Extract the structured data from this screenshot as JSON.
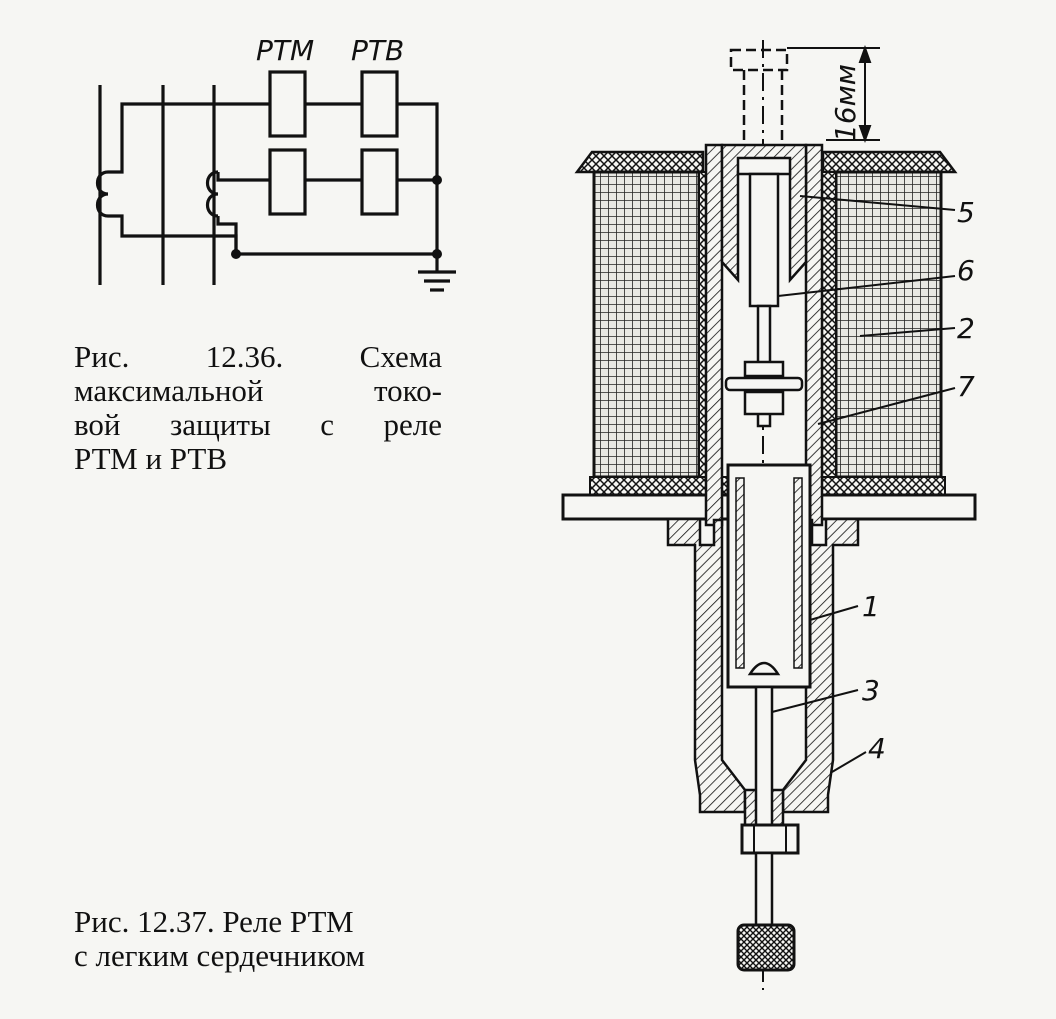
{
  "schematic": {
    "relay_labels": [
      "РТМ",
      "РТВ"
    ]
  },
  "relay_drawing": {
    "dimension": "16мм",
    "callouts": [
      "5",
      "6",
      "2",
      "7",
      "1",
      "3",
      "4"
    ]
  },
  "captions": {
    "fig_12_36": {
      "line1": [
        "Рис.",
        "12.36.",
        "Схема"
      ],
      "line2": [
        "максимальной",
        "токо-"
      ],
      "line3": [
        "вой",
        "защиты",
        "с",
        "реле"
      ],
      "line4": "РТМ и РТВ"
    },
    "fig_12_37": {
      "line1": "Рис. 12.37. Реле РТМ",
      "line2": "с легким сердечником"
    }
  },
  "colors": {
    "ink": "#111111",
    "paper": "#f6f6f3"
  }
}
